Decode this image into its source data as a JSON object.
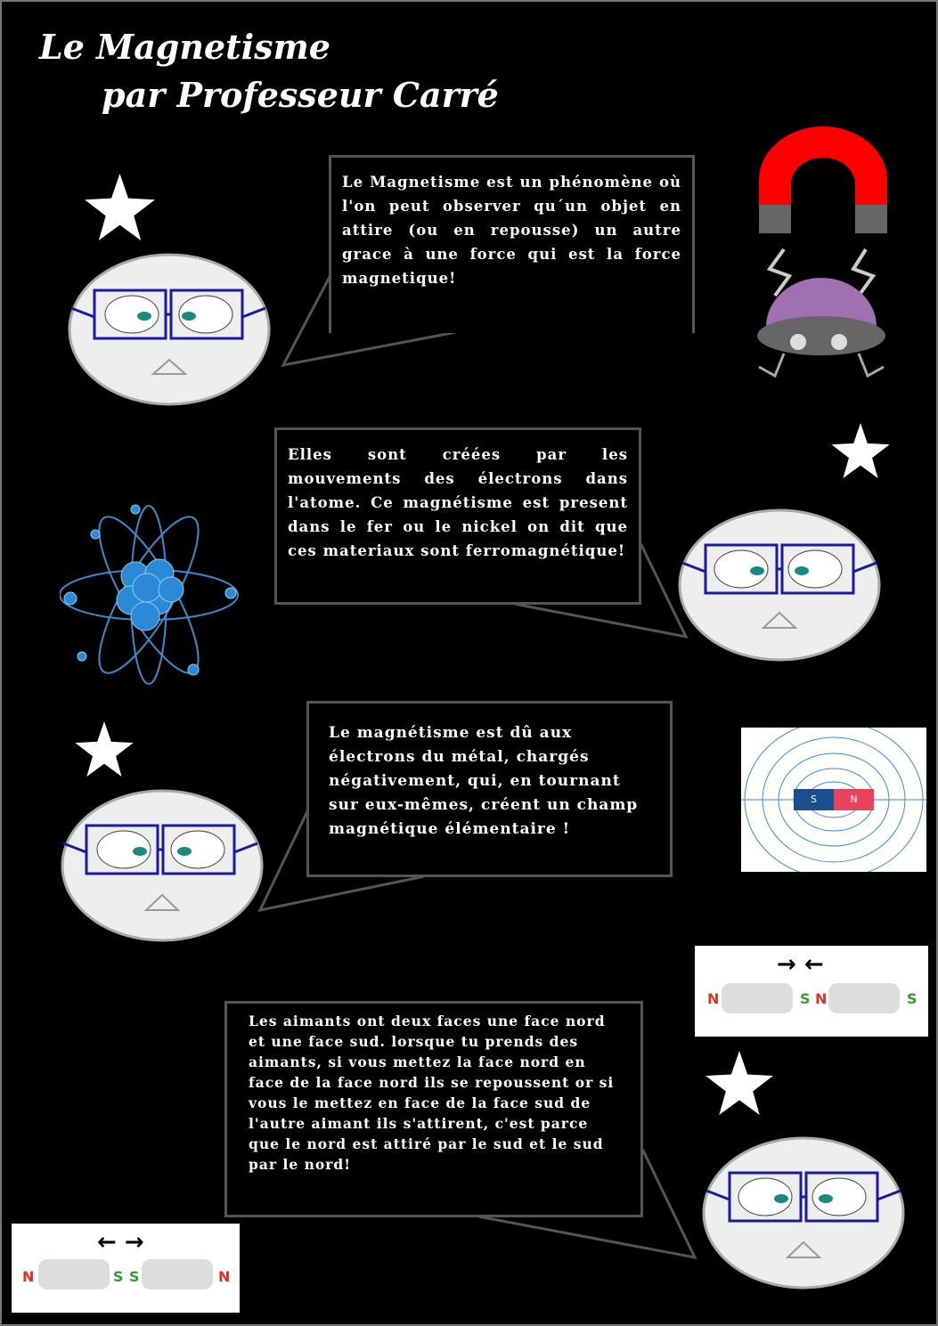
{
  "title": {
    "line1": "Le Magnetisme",
    "line2": "par Professeur Carré"
  },
  "bubbles": [
    "Le Magnetisme est un phénomène où l'on peut observer qu´un objet en attire (ou en repousse) un autre grace à une force qui est la force magnetique!",
    "Elles sont créées par les mouvements des électrons dans l'atome. Ce magnétisme est present dans le fer ou le nickel on dit que ces materiaux sont ferromagnétique!",
    "Le magnétisme est dû aux électrons du métal, chargés négativement, qui, en tournant sur eux-mêmes, créent un champ magnétique élémentaire !",
    "Les aimants ont deux faces une face nord et une face sud. lorsque tu prends des aimants, si vous mettez la face nord en face de la face nord ils se repoussent or si vous le mettez en face de la face sud de l'autre aimant ils s'attirent, c'est parce que le nord est attiré par le sud et le sud par le nord!"
  ],
  "field_magnet": {
    "south": "S",
    "north": "N"
  },
  "attract": {
    "left_n": "N",
    "left_s": "S",
    "right_n": "N",
    "right_s": "S"
  },
  "repel": {
    "left_n": "N",
    "left_s": "S",
    "right_s": "S",
    "right_n": "N"
  },
  "colors": {
    "background": "#000000",
    "magnet_red": "#ff0000",
    "glasses": "#1a1aa0",
    "eye": "#1a8a80"
  }
}
